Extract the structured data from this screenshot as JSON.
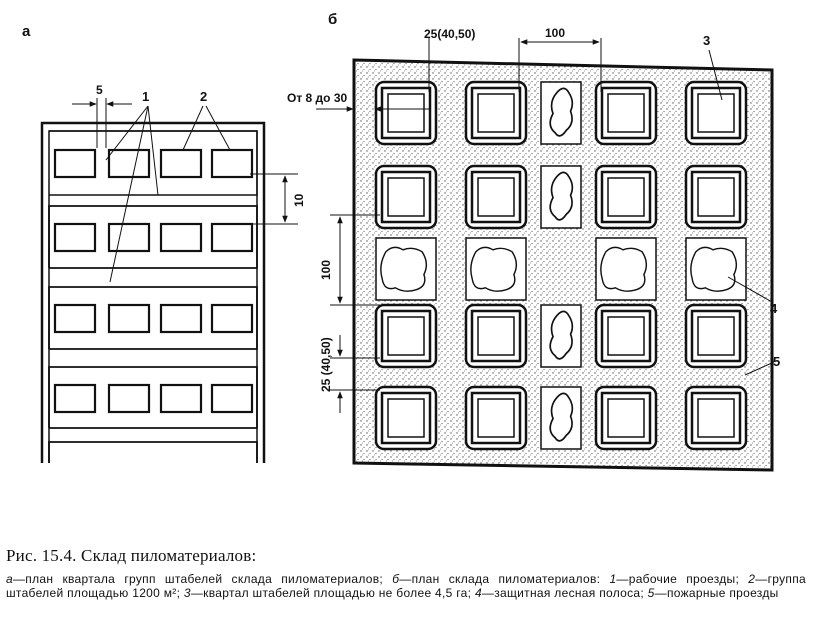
{
  "panel_a": {
    "letter": "а",
    "dim_stack_gap": "5",
    "dim_row_gap": "10",
    "callout_1": "1",
    "callout_2": "2"
  },
  "panel_b": {
    "letter": "б",
    "dim_top_left": "25(40,50)",
    "dim_top_right": "100",
    "dim_side_upper": "100",
    "dim_side_lower": "25 (40,50)",
    "dim_edge": "От 8 до 30",
    "callout_3": "3",
    "callout_4": "4",
    "callout_5": "5"
  },
  "caption": {
    "title": "Рис. 15.4. Склад пиломатериалов:",
    "legend": [
      {
        "key": "а",
        "text": "—план квартала групп штабелей склада пиломатериалов; "
      },
      {
        "key": "б",
        "text": "—план склада пиломатериалов: "
      },
      {
        "key": "1",
        "text": "—рабочие проезды; "
      },
      {
        "key": "2",
        "text": "—группа штабелей площадью 1200 м²; "
      },
      {
        "key": "3",
        "text": "—квартал штабелей площадью не более 4,5 га; "
      },
      {
        "key": "4",
        "text": "—защитная лесная полоса; "
      },
      {
        "key": "5",
        "text": "—пожарные проезды"
      }
    ]
  }
}
